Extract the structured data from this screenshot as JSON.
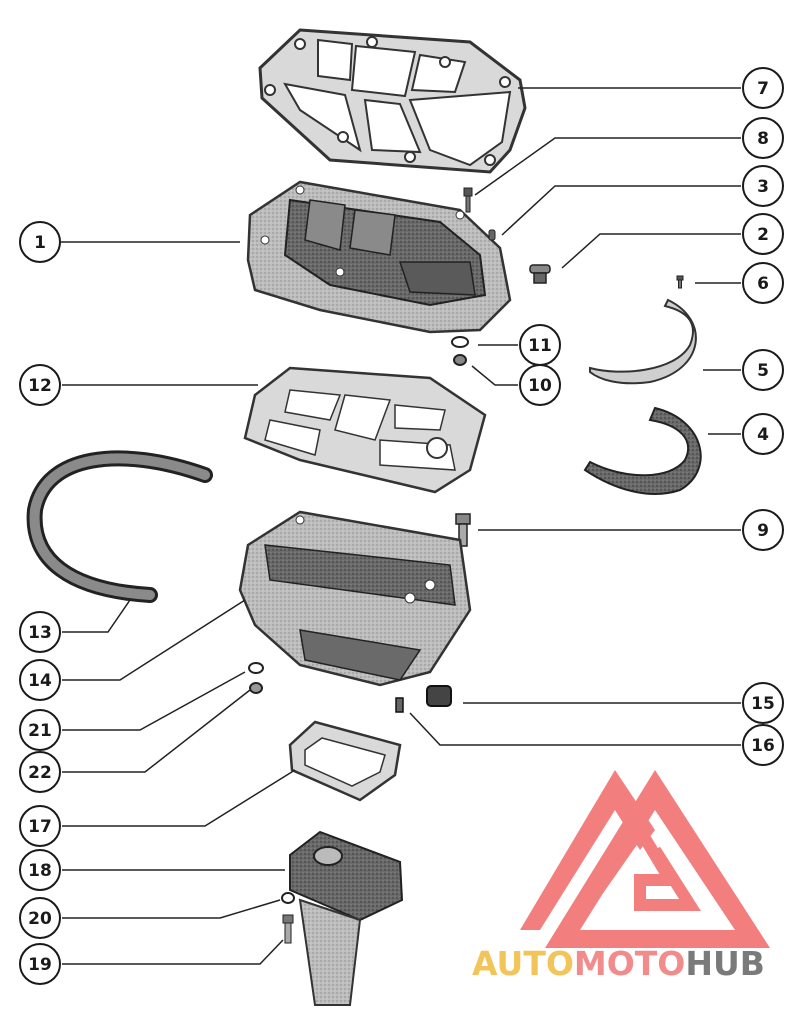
{
  "diagram": {
    "callouts": [
      {
        "id": "c1",
        "label": "1"
      },
      {
        "id": "c2",
        "label": "2"
      },
      {
        "id": "c3",
        "label": "3"
      },
      {
        "id": "c4",
        "label": "4"
      },
      {
        "id": "c5",
        "label": "5"
      },
      {
        "id": "c6",
        "label": "6"
      },
      {
        "id": "c7",
        "label": "7"
      },
      {
        "id": "c8",
        "label": "8"
      },
      {
        "id": "c9",
        "label": "9"
      },
      {
        "id": "c10",
        "label": "10"
      },
      {
        "id": "c11",
        "label": "11"
      },
      {
        "id": "c12",
        "label": "12"
      },
      {
        "id": "c13",
        "label": "13"
      },
      {
        "id": "c14",
        "label": "14"
      },
      {
        "id": "c15",
        "label": "15"
      },
      {
        "id": "c16",
        "label": "16"
      },
      {
        "id": "c17",
        "label": "17"
      },
      {
        "id": "c18",
        "label": "18"
      },
      {
        "id": "c19",
        "label": "19"
      },
      {
        "id": "c20",
        "label": "20"
      },
      {
        "id": "c21",
        "label": "21"
      },
      {
        "id": "c22",
        "label": "22"
      }
    ]
  },
  "watermark": {
    "brand_part1": "AUTO",
    "brand_part2": "MOTO",
    "brand_part3": "HUB",
    "colors": {
      "part1": "#f2c55a",
      "part2": "#f28c8c",
      "part3": "#7a7a7a",
      "logo": "#f06868"
    }
  }
}
